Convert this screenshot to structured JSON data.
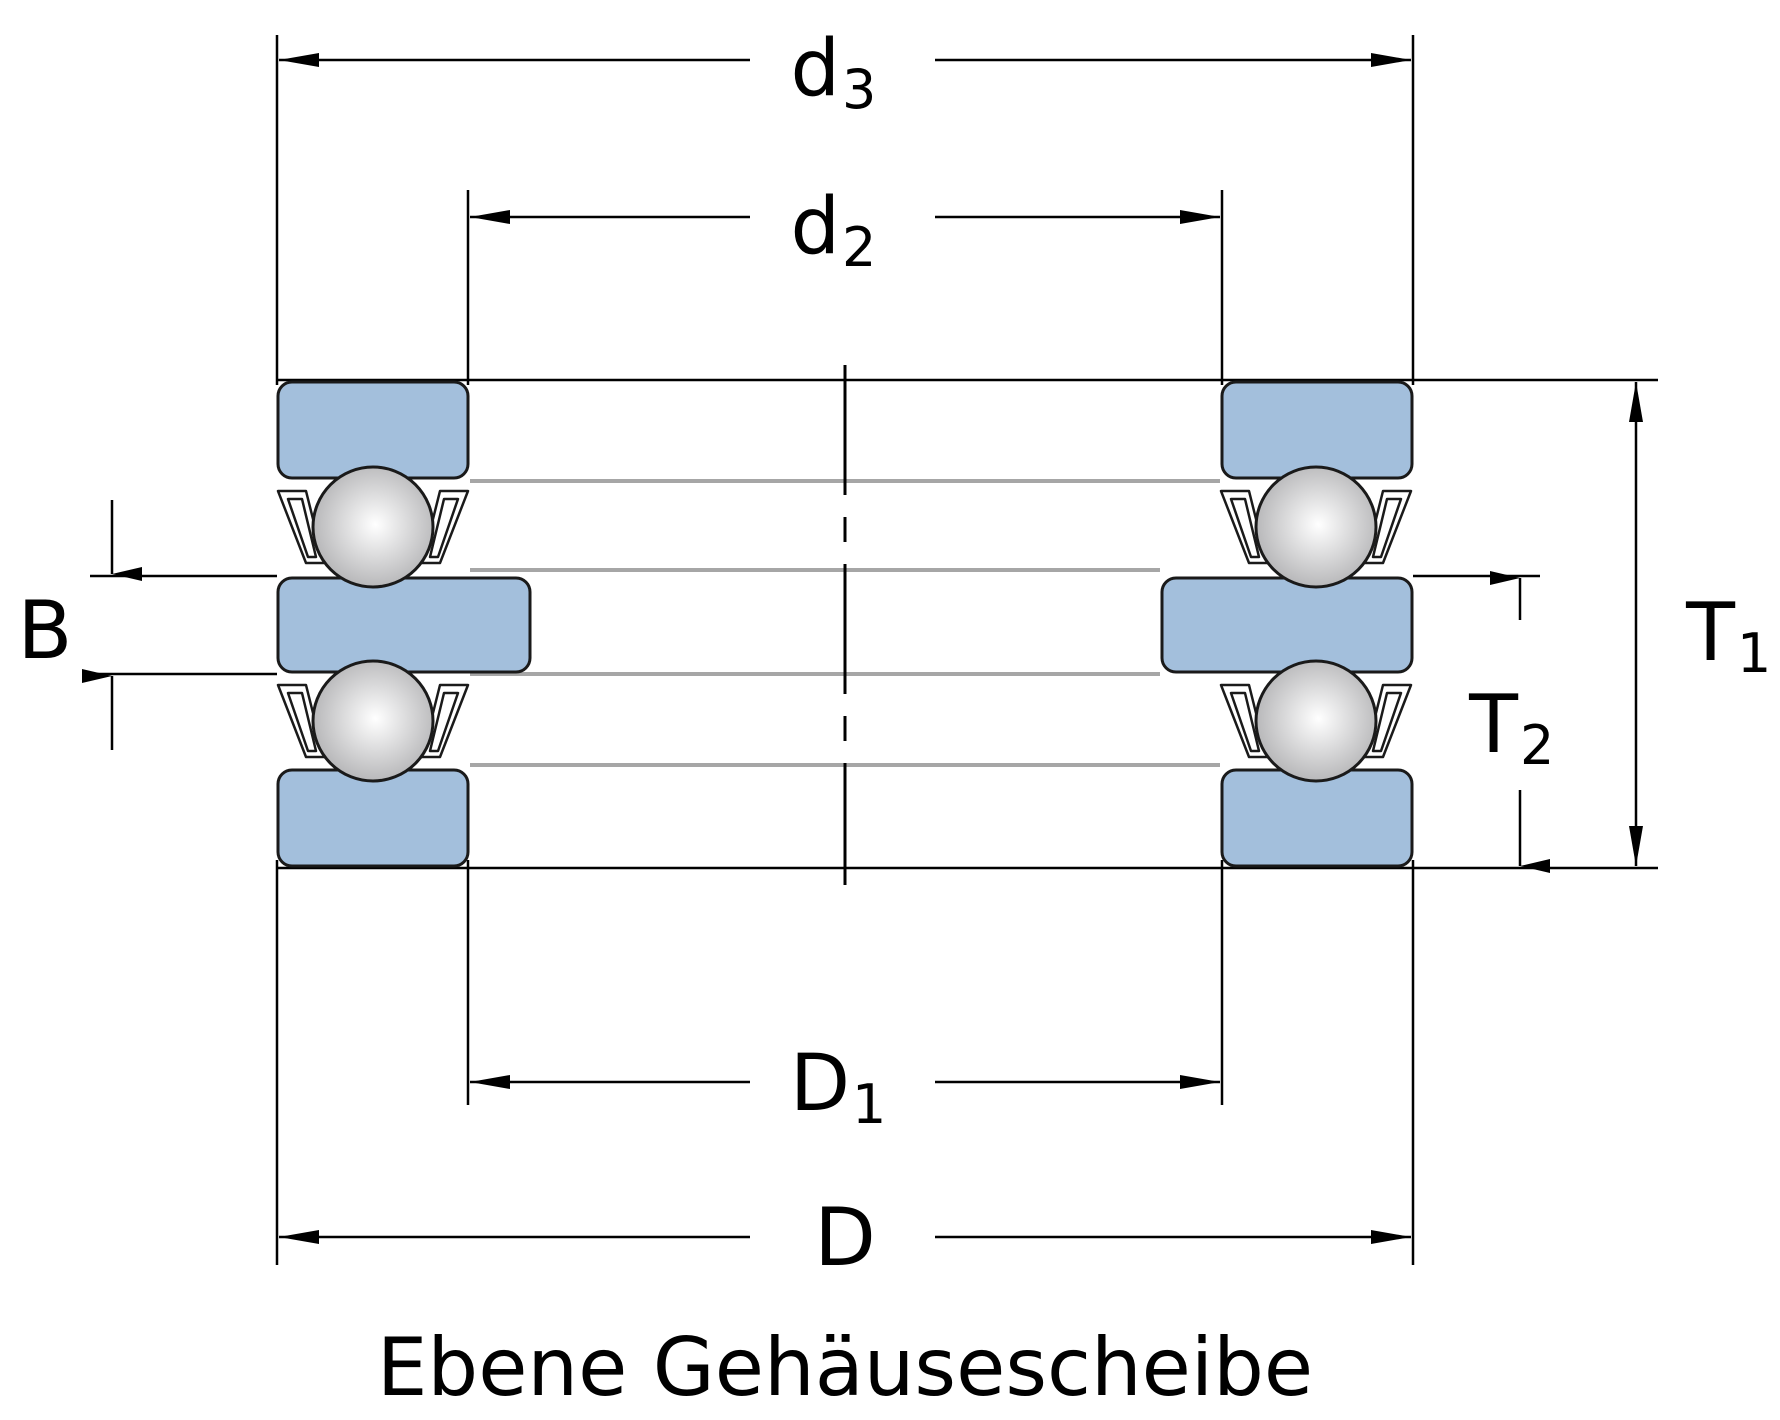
{
  "labels": {
    "d3": {
      "main": "d",
      "sub": "3"
    },
    "d2": {
      "main": "d",
      "sub": "2"
    },
    "D1": {
      "main": "D",
      "sub": "1"
    },
    "D": {
      "main": "D"
    },
    "B": {
      "main": "B"
    },
    "T1": {
      "main": "T",
      "sub": "1"
    },
    "T2": {
      "main": "T",
      "sub": "2"
    }
  },
  "caption": "Ebene Gehäusescheibe",
  "colors": {
    "washer": "#a3bfdc",
    "ball_light": "#ffffff",
    "ball_dark": "#b4b4b6",
    "raceway_line": "#a6a6a6",
    "line": "#000000"
  }
}
